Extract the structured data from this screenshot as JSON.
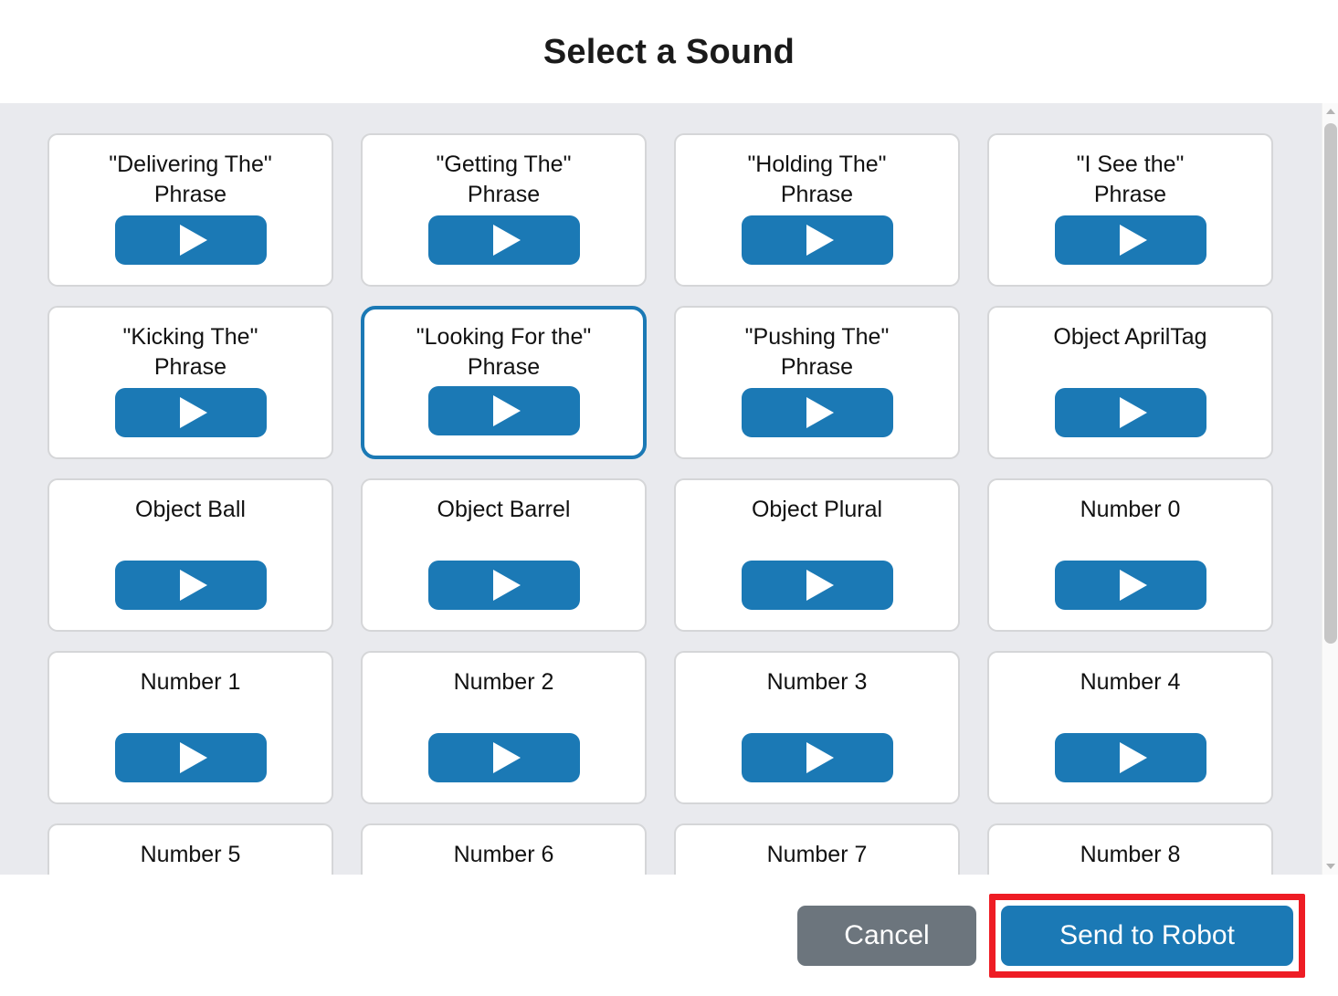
{
  "dialog": {
    "title": "Select a Sound",
    "selected_sound": "\"Looking For the\" Phrase"
  },
  "colors": {
    "accent_blue": "#1b79b5",
    "cancel_gray": "#6c757d",
    "body_background": "#e9eaee",
    "card_border": "#d5d6d8",
    "highlight_red": "#ee1c24",
    "scrollbar_thumb": "#c6c6c6"
  },
  "sounds": [
    {
      "label": "\"Delivering The\"\nPhrase",
      "play_icon": "play-icon",
      "selected": false
    },
    {
      "label": "\"Getting The\"\nPhrase",
      "play_icon": "play-icon",
      "selected": false
    },
    {
      "label": "\"Holding The\"\nPhrase",
      "play_icon": "play-icon",
      "selected": false
    },
    {
      "label": "\"I See the\"\nPhrase",
      "play_icon": "play-icon",
      "selected": false
    },
    {
      "label": "\"Kicking The\"\nPhrase",
      "play_icon": "play-icon",
      "selected": false
    },
    {
      "label": "\"Looking For the\"\nPhrase",
      "play_icon": "play-icon",
      "selected": true
    },
    {
      "label": "\"Pushing The\"\nPhrase",
      "play_icon": "play-icon",
      "selected": false
    },
    {
      "label": "Object AprilTag",
      "play_icon": "play-icon",
      "selected": false
    },
    {
      "label": "Object Ball",
      "play_icon": "play-icon",
      "selected": false
    },
    {
      "label": "Object Barrel",
      "play_icon": "play-icon",
      "selected": false
    },
    {
      "label": "Object Plural",
      "play_icon": "play-icon",
      "selected": false
    },
    {
      "label": "Number 0",
      "play_icon": "play-icon",
      "selected": false
    },
    {
      "label": "Number 1",
      "play_icon": "play-icon",
      "selected": false
    },
    {
      "label": "Number 2",
      "play_icon": "play-icon",
      "selected": false
    },
    {
      "label": "Number 3",
      "play_icon": "play-icon",
      "selected": false
    },
    {
      "label": "Number 4",
      "play_icon": "play-icon",
      "selected": false
    },
    {
      "label": "Number 5",
      "play_icon": "play-icon",
      "selected": false
    },
    {
      "label": "Number 6",
      "play_icon": "play-icon",
      "selected": false
    },
    {
      "label": "Number 7",
      "play_icon": "play-icon",
      "selected": false
    },
    {
      "label": "Number 8",
      "play_icon": "play-icon",
      "selected": false
    }
  ],
  "scrollbar": {
    "up_arrow_icon": "chevron-up-icon",
    "down_arrow_icon": "chevron-down-icon",
    "orientation": "vertical"
  },
  "footer": {
    "cancel_label": "Cancel",
    "send_label": "Send to Robot",
    "send_highlighted": true
  }
}
